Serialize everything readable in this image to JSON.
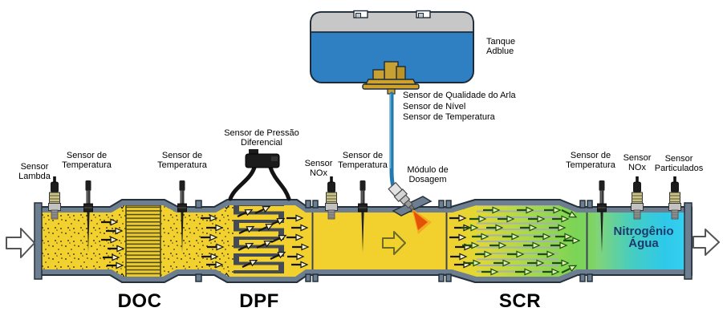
{
  "labels": {
    "sensor_lambda": "Sensor\nLambda",
    "sensor_temp_1": "Sensor de\nTemperatura",
    "sensor_temp_2": "Sensor de\nTemperatura",
    "sensor_pressao": "Sensor de Pressão\nDiferencial",
    "sensor_nox_1": "Sensor\nNOx",
    "sensor_temp_3": "Sensor de\nTemperatura",
    "modulo_dosagem": "Módulo de\nDosagem",
    "tanque_adblue": "Tanque\nAdblue",
    "tank_sensors": "Sensor de Qualidade do Arla\nSensor de Nível\nSensor de Temperatura",
    "sensor_temp_4": "Sensor de\nTemperatura",
    "sensor_nox_2": "Sensor\nNOx",
    "sensor_particulados": "Sensor\nParticulados",
    "doc": "DOC",
    "dpf": "DPF",
    "scr": "SCR",
    "nitrogenio_agua": "Nitrogênio\nÁgua"
  },
  "colors": {
    "exhaust_yellow": "#f2d12f",
    "scr_green": "#7cd456",
    "outlet_cyan": "#31cbea",
    "pipe_wall_gray": "#6d7e91",
    "tank_blue": "#2e80c2",
    "tank_lid_gray": "#c7c7c7",
    "adblue_line_blue": "#2279ad",
    "spray_orange": "#f08a1d",
    "nitrogen_text_navy": "#1c3a6d"
  }
}
